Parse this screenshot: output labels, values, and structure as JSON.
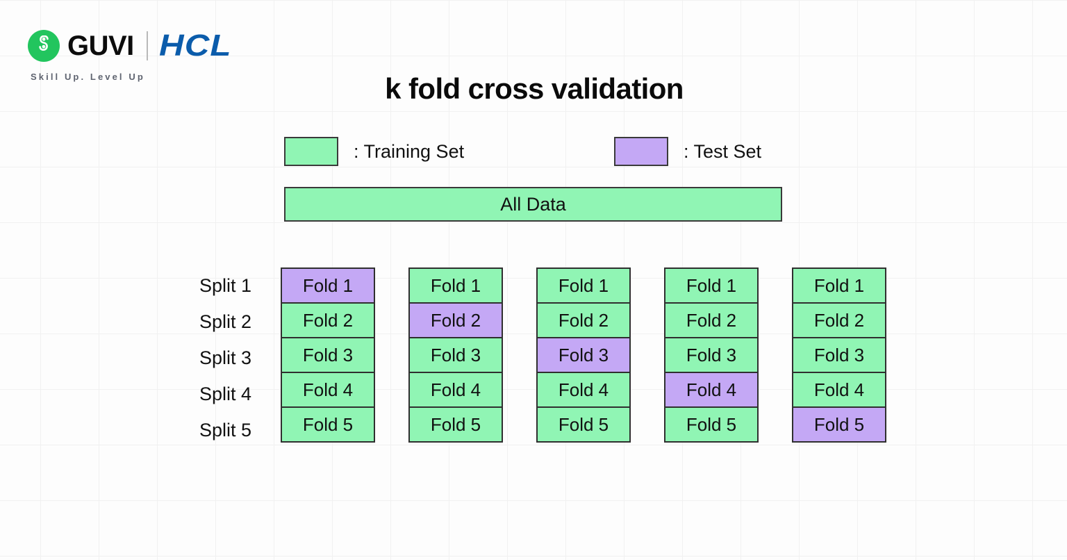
{
  "brand": {
    "logo_icon": "guvi-circle-g-icon",
    "name": "GUVI",
    "partner": "HCL",
    "tagline": "Skill Up. Level Up"
  },
  "title": "k fold cross validation",
  "legend": {
    "training": {
      "swatch_color": "#90f5b4",
      "label": ": Training Set"
    },
    "test": {
      "swatch_color": "#c4a8f5",
      "label": ": Test Set"
    }
  },
  "all_data": {
    "label": "All Data"
  },
  "colors": {
    "training": "#90f5b4",
    "test": "#c4a8f5",
    "border": "#2f2f2f",
    "grid": "#f1f1f1",
    "background": "#fdfdfd",
    "text": "#111111",
    "guvi_green": "#22c55e",
    "hcl_blue": "#0b5cab"
  },
  "chart_data": {
    "type": "table",
    "title": "k fold cross validation",
    "row_labels": [
      "Split 1",
      "Split 2",
      "Split 3",
      "Split 4",
      "Split 5"
    ],
    "fold_labels": [
      "Fold 1",
      "Fold 2",
      "Fold 3",
      "Fold 4",
      "Fold 5"
    ],
    "k": 5,
    "columns": [
      {
        "split": "Split 1",
        "cells": [
          {
            "label": "Fold 1",
            "role": "test"
          },
          {
            "label": "Fold 2",
            "role": "training"
          },
          {
            "label": "Fold 3",
            "role": "training"
          },
          {
            "label": "Fold 4",
            "role": "training"
          },
          {
            "label": "Fold 5",
            "role": "training"
          }
        ]
      },
      {
        "split": "Split 2",
        "cells": [
          {
            "label": "Fold 1",
            "role": "training"
          },
          {
            "label": "Fold 2",
            "role": "test"
          },
          {
            "label": "Fold 3",
            "role": "training"
          },
          {
            "label": "Fold 4",
            "role": "training"
          },
          {
            "label": "Fold 5",
            "role": "training"
          }
        ]
      },
      {
        "split": "Split 3",
        "cells": [
          {
            "label": "Fold 1",
            "role": "training"
          },
          {
            "label": "Fold 2",
            "role": "training"
          },
          {
            "label": "Fold 3",
            "role": "test"
          },
          {
            "label": "Fold 4",
            "role": "training"
          },
          {
            "label": "Fold 5",
            "role": "training"
          }
        ]
      },
      {
        "split": "Split 4",
        "cells": [
          {
            "label": "Fold 1",
            "role": "training"
          },
          {
            "label": "Fold 2",
            "role": "training"
          },
          {
            "label": "Fold 3",
            "role": "training"
          },
          {
            "label": "Fold 4",
            "role": "test"
          },
          {
            "label": "Fold 5",
            "role": "training"
          }
        ]
      },
      {
        "split": "Split 5",
        "cells": [
          {
            "label": "Fold 1",
            "role": "training"
          },
          {
            "label": "Fold 2",
            "role": "training"
          },
          {
            "label": "Fold 3",
            "role": "training"
          },
          {
            "label": "Fold 4",
            "role": "training"
          },
          {
            "label": "Fold 5",
            "role": "test"
          }
        ]
      }
    ],
    "legend_entries": [
      {
        "name": ": Training Set",
        "color": "#90f5b4"
      },
      {
        "name": ": Test Set",
        "color": "#c4a8f5"
      }
    ],
    "grid": true,
    "legend_position": "top"
  }
}
